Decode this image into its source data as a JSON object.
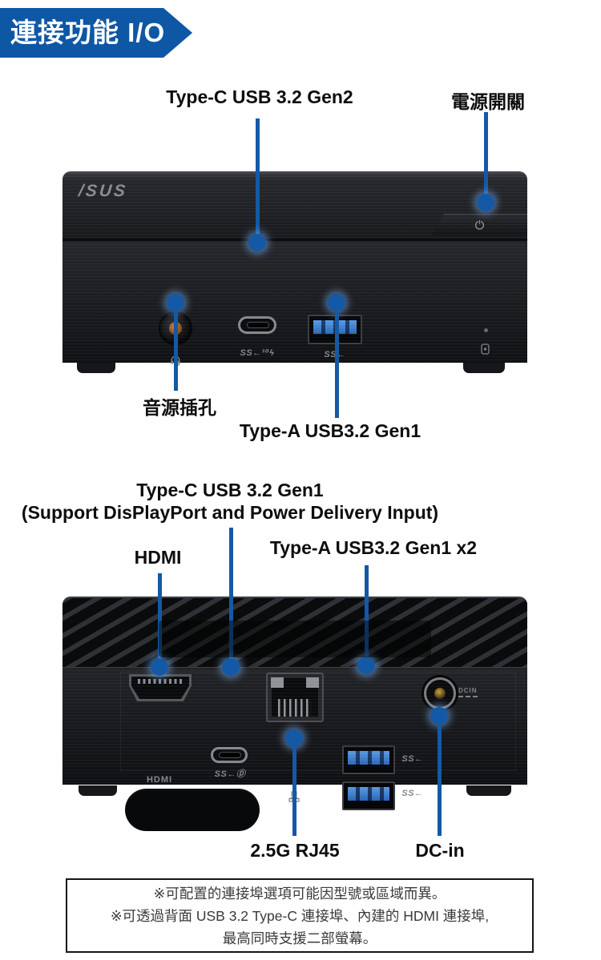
{
  "banner": {
    "label": "連接功能 I/O"
  },
  "colors": {
    "banner_blue": "#0E57A5",
    "callout_blue": "#1459A6",
    "usb_port_blue": "#2A67B8"
  },
  "front": {
    "logo": "/SUS",
    "label_type_c": "Type-C USB 3.2 Gen2",
    "label_power": "電源開關",
    "label_audio": "音源插孔",
    "label_type_a": "Type-A USB3.2 Gen1",
    "mark_type_c": "SS←¹⁰ϟ",
    "mark_type_a": "SS←"
  },
  "back": {
    "label_type_c_1": "Type-C USB 3.2 Gen1",
    "label_type_c_2": "(Support DisPlayPort and Power Delivery Input)",
    "label_hdmi": "HDMI",
    "label_type_a": "Type-A USB3.2 Gen1 x2",
    "label_rj45": "2.5G RJ45",
    "label_dcin": "DC-in",
    "mark_hdmi": "HDMI",
    "mark_type_c": "SS←Ⓓ",
    "mark_usb_top": "SS←",
    "mark_usb_bottom": "SS←",
    "mark_dcin": "DCIN"
  },
  "notes": {
    "line1": "※可配置的連接埠選項可能因型號或區域而異。",
    "line2": "※可透過背面 USB 3.2 Type-C 連接埠、內建的 HDMI 連接埠,",
    "line3": "最高同時支援二部螢幕。"
  }
}
